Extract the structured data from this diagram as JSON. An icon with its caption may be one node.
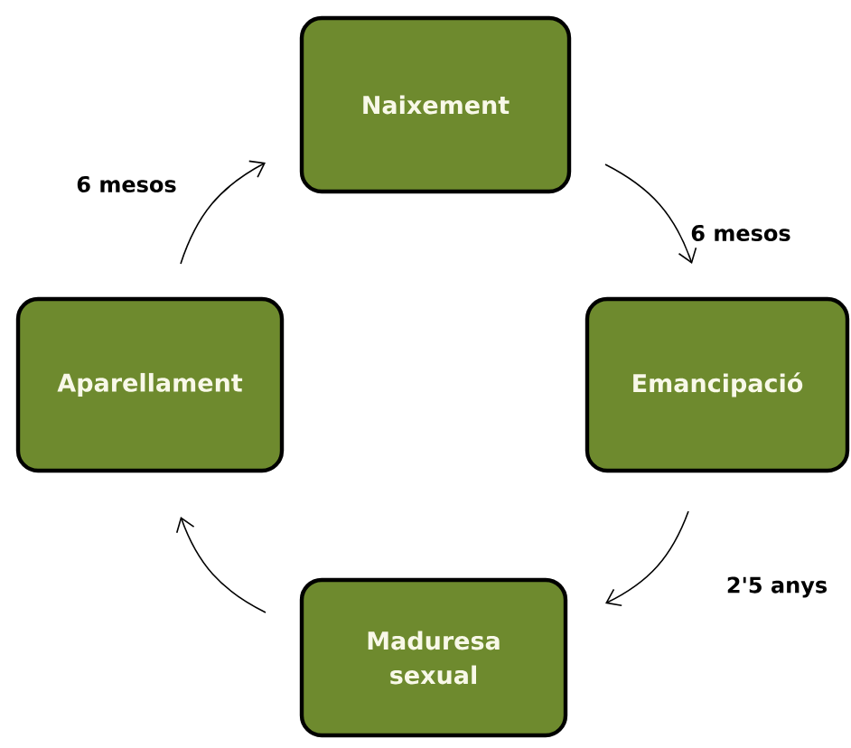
{
  "diagram": {
    "nodes": [
      {
        "text": [
          "Naixement"
        ]
      },
      {
        "text": [
          "Emancipació"
        ]
      },
      {
        "text": [
          "Maduresa sexual"
        ]
      },
      {
        "text": [
          "Aparellament"
        ]
      }
    ],
    "edges": [
      {
        "from": 0,
        "to": 1,
        "arrow": "to",
        "label": "6 mesos"
      },
      {
        "from": 1,
        "to": 2,
        "arrow": "to",
        "label": "2'5 anys"
      },
      {
        "from": 2,
        "to": 3,
        "arrow": "to"
      },
      {
        "from": 3,
        "to": 0,
        "arrow": "to",
        "label": "6 mesos"
      }
    ]
  }
}
